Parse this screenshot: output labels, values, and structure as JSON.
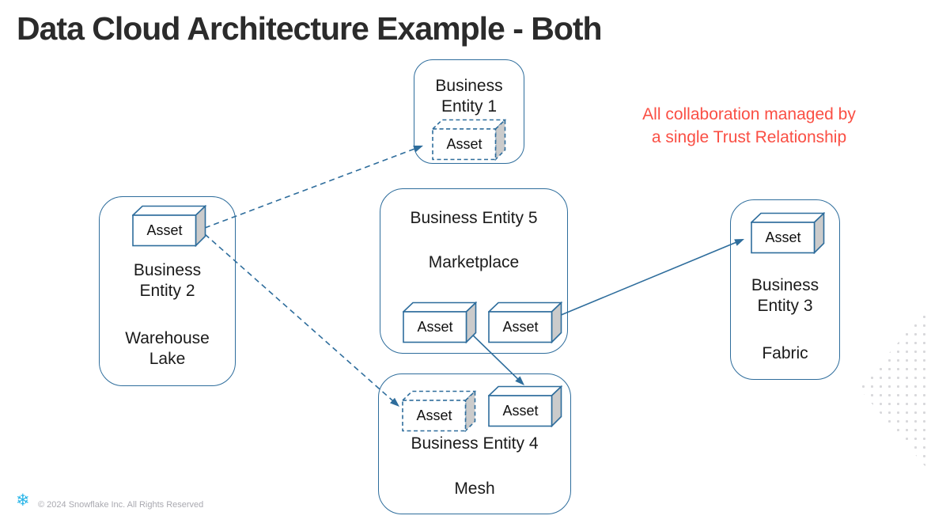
{
  "title": "Data Cloud Architecture Example - Both",
  "annotation": {
    "line1": "All collaboration managed by",
    "line2": "a single Trust Relationship"
  },
  "entities": {
    "be1": {
      "name1": "Business",
      "name2": "Entity 1",
      "asset": "Asset"
    },
    "be2": {
      "name1": "Business",
      "name2": "Entity 2",
      "type1": "Warehouse",
      "type2": "Lake",
      "asset": "Asset"
    },
    "be3": {
      "name1": "Business",
      "name2": "Entity 3",
      "type": "Fabric",
      "asset": "Asset"
    },
    "be4": {
      "name": "Business Entity 4",
      "type": "Mesh",
      "asset_shared": "Asset",
      "asset_owned": "Asset"
    },
    "be5": {
      "name": "Business Entity 5",
      "type": "Marketplace",
      "asset_left": "Asset",
      "asset_right": "Asset"
    }
  },
  "connections": [
    {
      "from": "Business Entity 2 asset",
      "to": "Business Entity 1 asset",
      "style": "dashed"
    },
    {
      "from": "Business Entity 2 asset",
      "to": "Business Entity 4 shared asset",
      "style": "dashed"
    },
    {
      "from": "Business Entity 5 left asset",
      "to": "Business Entity 4 owned asset",
      "style": "solid"
    },
    {
      "from": "Business Entity 5 right asset",
      "to": "Business Entity 3 asset",
      "style": "solid"
    }
  ],
  "footer": {
    "copyright": "© 2024 Snowflake Inc. All Rights Reserved"
  },
  "icons": {
    "snowflake_logo": "❄"
  },
  "colors": {
    "box_border": "#2e6d9c",
    "annotation_red": "#fa4f44",
    "asset_side_gray": "#cbcbcb",
    "logo_blue": "#29b5e8",
    "title_dark": "#2b2b2b"
  }
}
